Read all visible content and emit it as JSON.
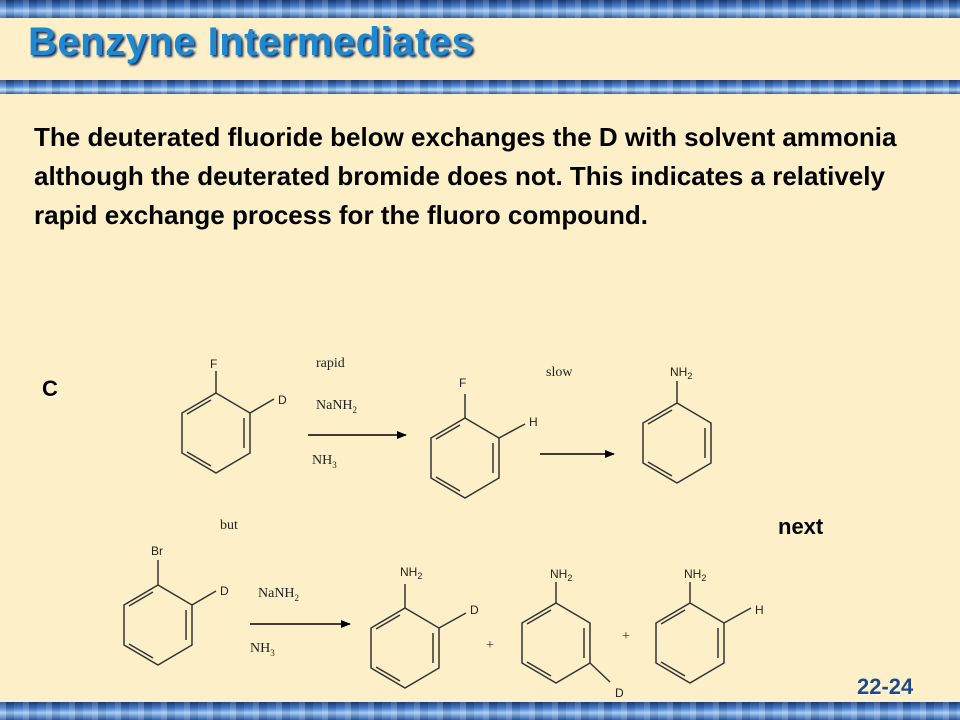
{
  "slide": {
    "title": "Benzyne Intermediates",
    "body": "The deuterated fluoride below exchanges the D with solvent ammonia although the deuterated bromide does not.  This indicates a relatively rapid exchange process for the fluoro compound.",
    "label_c": "C",
    "next_label": "next",
    "slide_number": "22-24"
  },
  "scheme": {
    "reaction1": {
      "reactant": {
        "sub_top": "F",
        "sub_side": "D"
      },
      "arrow1": {
        "above_1": "rapid",
        "above_2": "NaNH",
        "above_2_sub": "2",
        "below": "NH",
        "below_sub": "3"
      },
      "intermediate": {
        "sub_top": "F",
        "sub_side": "H"
      },
      "arrow2": {
        "above": "slow"
      },
      "product": {
        "sub_top": "NH",
        "sub_top_sub": "2"
      }
    },
    "connector": "but",
    "reaction2": {
      "reactant": {
        "sub_top": "Br",
        "sub_side": "D"
      },
      "arrow": {
        "above": "NaNH",
        "above_sub": "2",
        "below": "NH",
        "below_sub": "3"
      },
      "product1": {
        "sub_top": "NH",
        "sub_top_sub": "2",
        "sub_side": "D"
      },
      "plus1": "+",
      "product2": {
        "sub_top": "NH",
        "sub_top_sub": "2",
        "sub_meta": "D"
      },
      "plus2": "+",
      "product3": {
        "sub_top": "NH",
        "sub_top_sub": "2",
        "sub_side": "H"
      }
    }
  }
}
